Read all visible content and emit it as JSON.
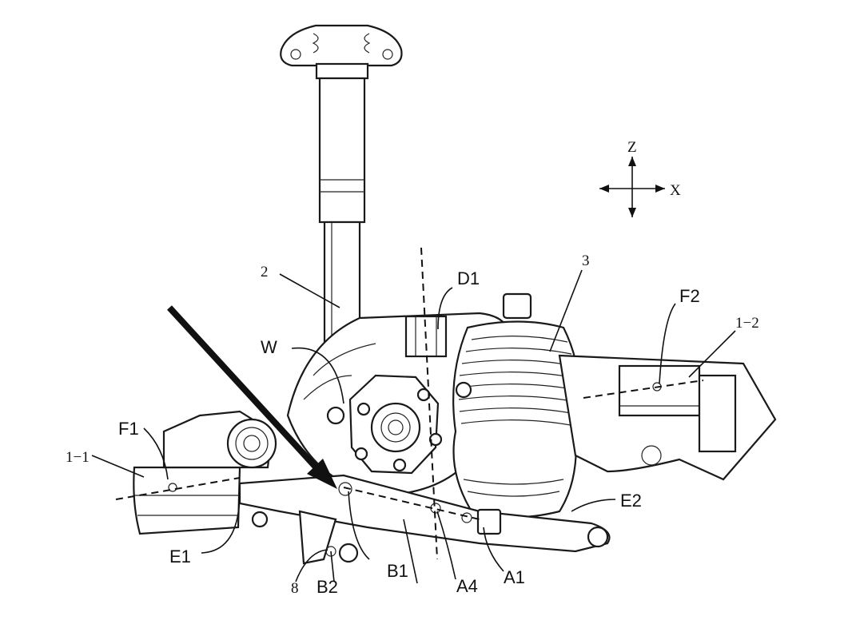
{
  "labels": {
    "part_2": "2",
    "part_3": "3",
    "d1": "D1",
    "f2": "F2",
    "part_1_2": "1−2",
    "w": "W",
    "f1": "F1",
    "part_1_1": "1−1",
    "e1": "E1",
    "e2": "E2",
    "b1": "B1",
    "b2": "B2",
    "part_8": "8",
    "a4": "A4",
    "a1": "A1"
  },
  "axes": {
    "z": "Z",
    "x": "X"
  },
  "colors": {
    "line": "#111111",
    "background": "#ffffff"
  }
}
